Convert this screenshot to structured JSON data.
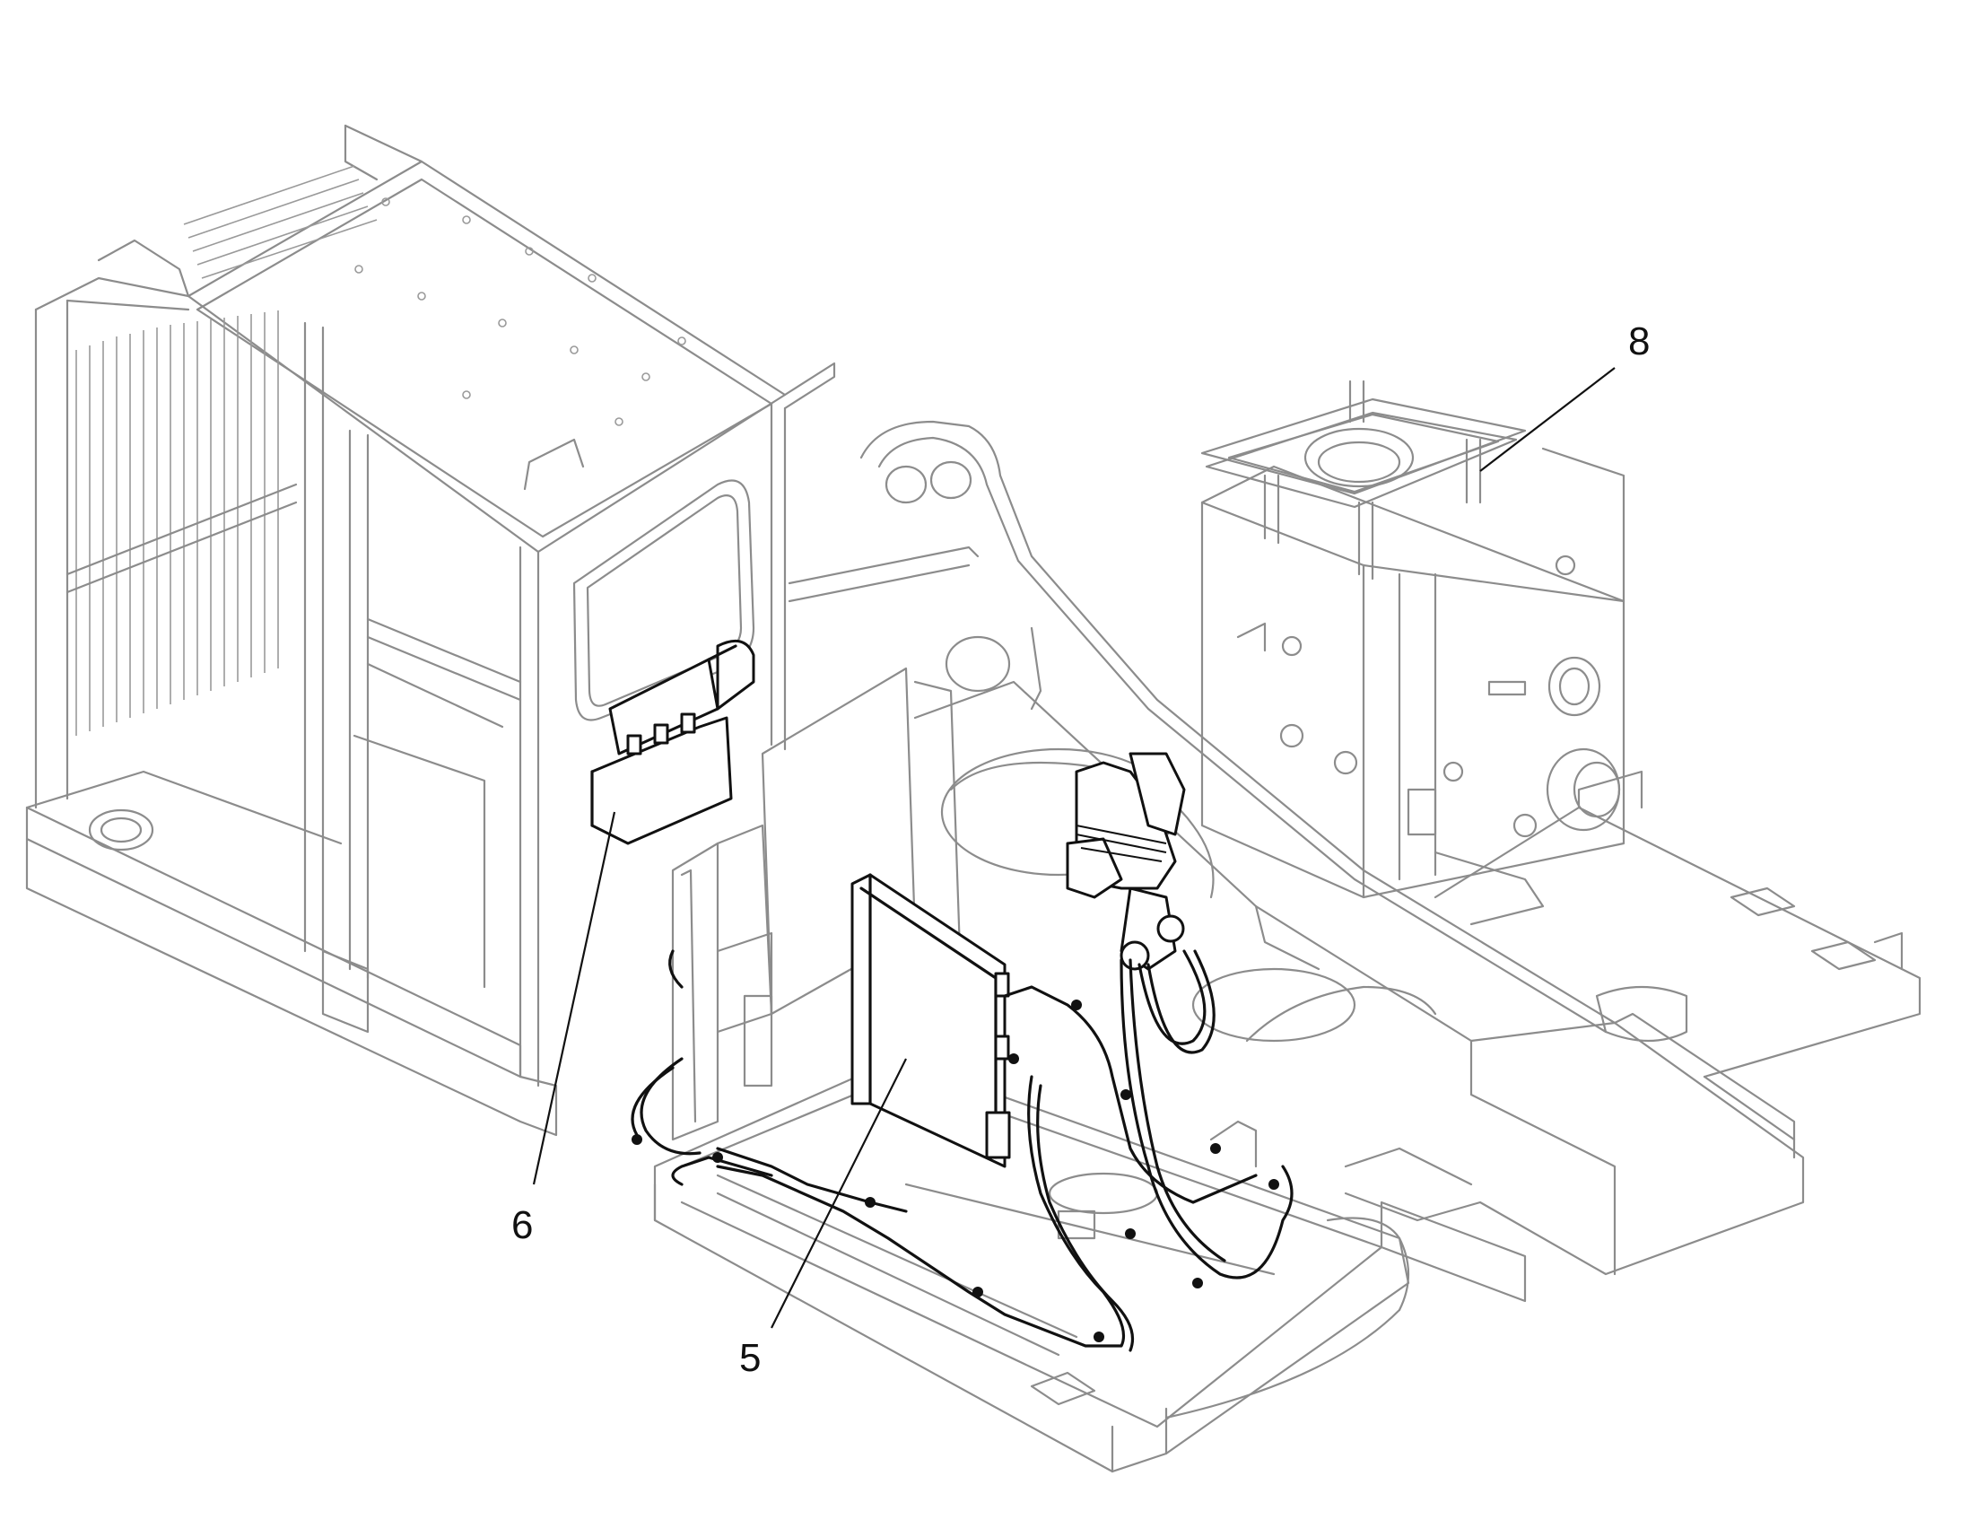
{
  "callouts": [
    {
      "id": "5",
      "label": "5"
    },
    {
      "id": "6",
      "label": "6"
    },
    {
      "id": "8",
      "label": "8"
    }
  ],
  "colors": {
    "background": "#ffffff",
    "linework": "#8c8c8c",
    "highlighted_parts": "#111111"
  }
}
